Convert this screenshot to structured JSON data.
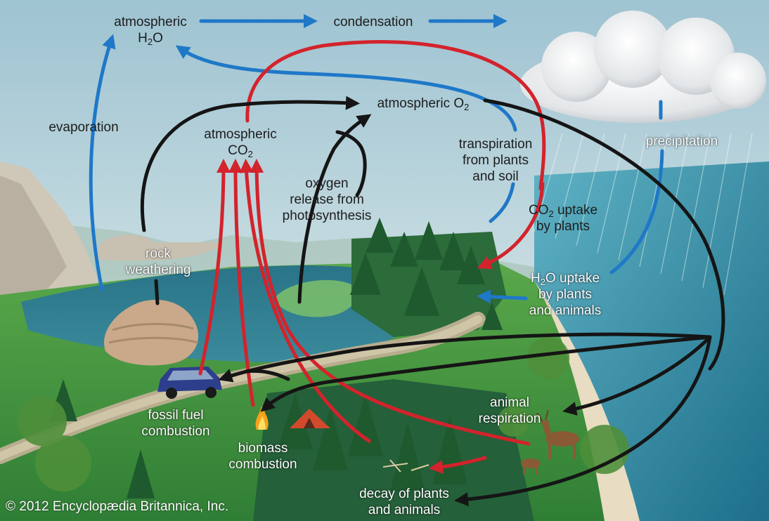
{
  "colors": {
    "water_arrow": "#1f78c8",
    "carbon_arrow": "#d3232c",
    "oxygen_arrow": "#151515",
    "sky": "#b8d3dd",
    "lake": "#2f7e93",
    "sea": "#2b8aa0",
    "grass": "#3f9a3e",
    "forest": "#1f5a2e"
  },
  "labels": {
    "atm_h2o": {
      "line1": "atmospheric",
      "chem": "H",
      "sub": "2",
      "chem_tail": "O"
    },
    "condensation": "condensation",
    "atm_o2": {
      "text": "atmospheric O",
      "sub": "2"
    },
    "evaporation": "evaporation",
    "atm_co2": {
      "line1": "atmospheric",
      "chem": "CO",
      "sub": "2"
    },
    "transpiration": {
      "line1": "transpiration",
      "line2": "from plants",
      "line3": "and soil"
    },
    "precipitation": "precipitation",
    "oxygen_release": {
      "line1": "oxygen",
      "line2": "release from",
      "line3": "photosynthesis"
    },
    "co2_uptake": {
      "chem": "CO",
      "sub": "2",
      "tail": " uptake",
      "line2": "by plants"
    },
    "rock_weathering": {
      "line1": "rock",
      "line2": "weathering"
    },
    "h2o_uptake": {
      "chem": "H",
      "sub": "2",
      "tail": "O uptake",
      "line2": "by plants",
      "line3": "and animals"
    },
    "fossil_fuel": {
      "line1": "fossil fuel",
      "line2": "combustion"
    },
    "animal_respiration": {
      "line1": "animal",
      "line2": "respiration"
    },
    "biomass": {
      "line1": "biomass",
      "line2": "combustion"
    },
    "decay": {
      "line1": "decay of plants",
      "line2": "and animals"
    }
  },
  "copyright": "© 2012 Encyclopædia Britannica, Inc.",
  "icons": [
    "cloud-icon",
    "rain-icon",
    "car-icon",
    "fire-icon",
    "tent-icon",
    "deer-icon",
    "rock-icon",
    "tree-icon"
  ]
}
